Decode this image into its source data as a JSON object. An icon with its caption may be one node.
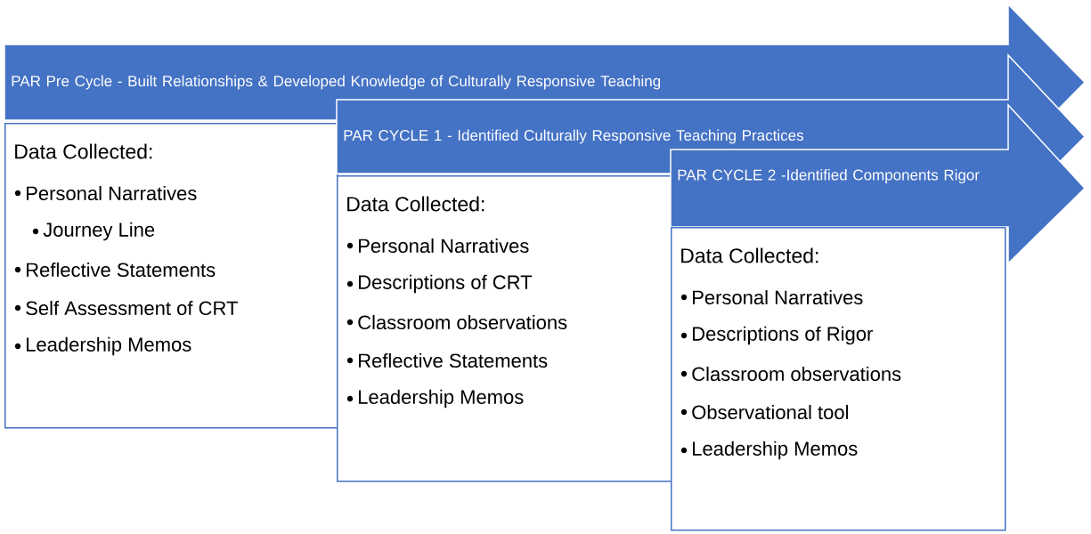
{
  "diagram": {
    "nodes": [
      {
        "text": [
          "PAR Pre Cycle - Built Relationships & Developed Knowledge of Culturally Responsive Teaching"
        ]
      },
      {
        "text": [
          "Data Collected:",
          "Personal Narratives",
          "Journey Line",
          "Reflective Statements",
          "Self Assessment of CRT",
          "Leadership Memos"
        ]
      },
      {
        "text": [
          "PAR CYCLE 1 - Identified Culturally Responsive Teaching Practices"
        ]
      },
      {
        "text": [
          "Data Collected:",
          "Personal Narratives",
          "Descriptions of CRT",
          "Classroom observations",
          "Reflective Statements",
          "Leadership Memos"
        ]
      },
      {
        "text": [
          "PAR CYCLE 2 -Identified Components Rigor"
        ]
      },
      {
        "text": [
          "Data Collected:",
          "Personal Narratives",
          "Descriptions of Rigor",
          "Classroom observations",
          "Observational tool",
          "Leadership Memos"
        ]
      }
    ]
  }
}
